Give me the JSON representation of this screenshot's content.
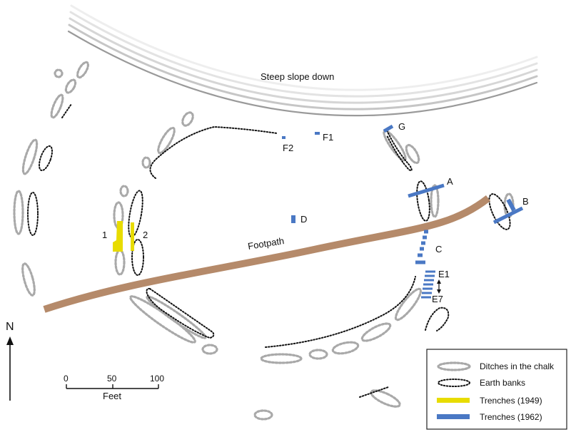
{
  "slope_label": "Steep slope down",
  "footpath_label": "Footpath",
  "north_label": "N",
  "scale": {
    "ticks": [
      "0",
      "50",
      "100"
    ],
    "unit": "Feet"
  },
  "trench_labels": {
    "t1": "1",
    "t2": "2",
    "A": "A",
    "B": "B",
    "C": "C",
    "D": "D",
    "E1": "E1",
    "E7": "E7",
    "F1": "F1",
    "F2": "F2",
    "G": "G"
  },
  "legend": {
    "ditches": "Ditches in the chalk",
    "banks": "Earth banks",
    "trenches_1949": "Trenches (1949)",
    "trenches_1962": "Trenches (1962)"
  },
  "colors": {
    "footpath": "#b58a6a",
    "trench_1949": "#e8dc00",
    "trench_1962": "#4a78c4",
    "ditch": "#a9a9a9",
    "bank": "#111111",
    "slope": "#9a9a9a"
  }
}
